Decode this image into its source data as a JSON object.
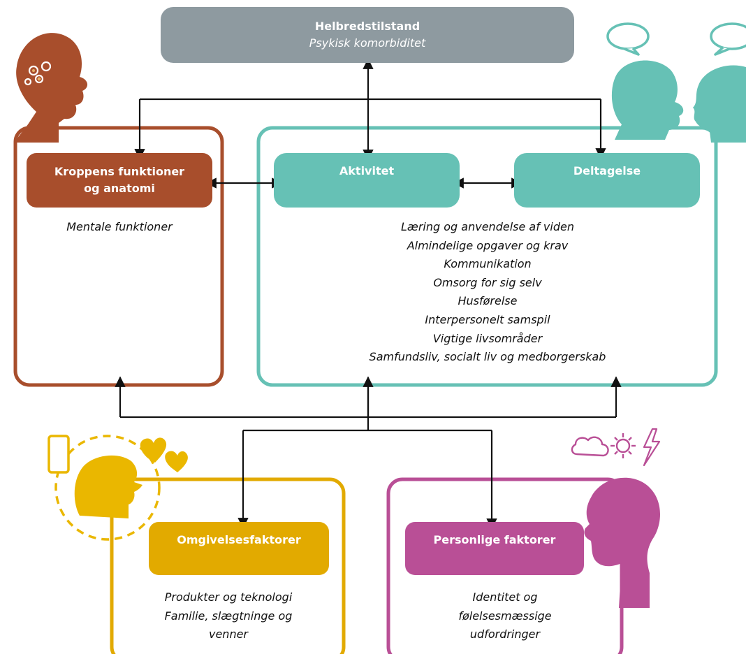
{
  "health": {
    "title": "Helbredstilstand",
    "subtitle": "Psykisk komorbiditet"
  },
  "body_functions": {
    "title_line1": "Kroppens funktioner",
    "title_line2": "og anatomi",
    "items": [
      "Mentale funktioner"
    ]
  },
  "activity": {
    "title": "Aktivitet"
  },
  "participation": {
    "title": "Deltagelse"
  },
  "activity_participation_items": [
    "Læring og anvendelse af viden",
    "Almindelige opgaver og krav",
    "Kommunikation",
    "Omsorg for sig selv",
    "Husførelse",
    "Interpersonelt samspil",
    "Vigtige livsområder",
    "Samfundsliv, socialt liv og medborgerskab"
  ],
  "environmental": {
    "title": "Omgivelsesfaktorer",
    "items": [
      "Produkter og teknologi",
      "Familie, slægtninge og",
      "venner"
    ]
  },
  "personal": {
    "title": "Personlige faktorer",
    "items": [
      "Identitet og",
      "følelsesmæssige",
      "udfordringer"
    ]
  },
  "colors": {
    "health": "#8e9aa0",
    "body": "#a84e2c",
    "activity": "#66c1b5",
    "environment": "#e2aa00",
    "environment_icon": "#eab700",
    "personal": "#b94f96"
  },
  "icons": [
    "head-with-gears-icon",
    "talking-heads-icon",
    "head-with-phone-and-hearts-icon",
    "head-with-weather-icon"
  ]
}
